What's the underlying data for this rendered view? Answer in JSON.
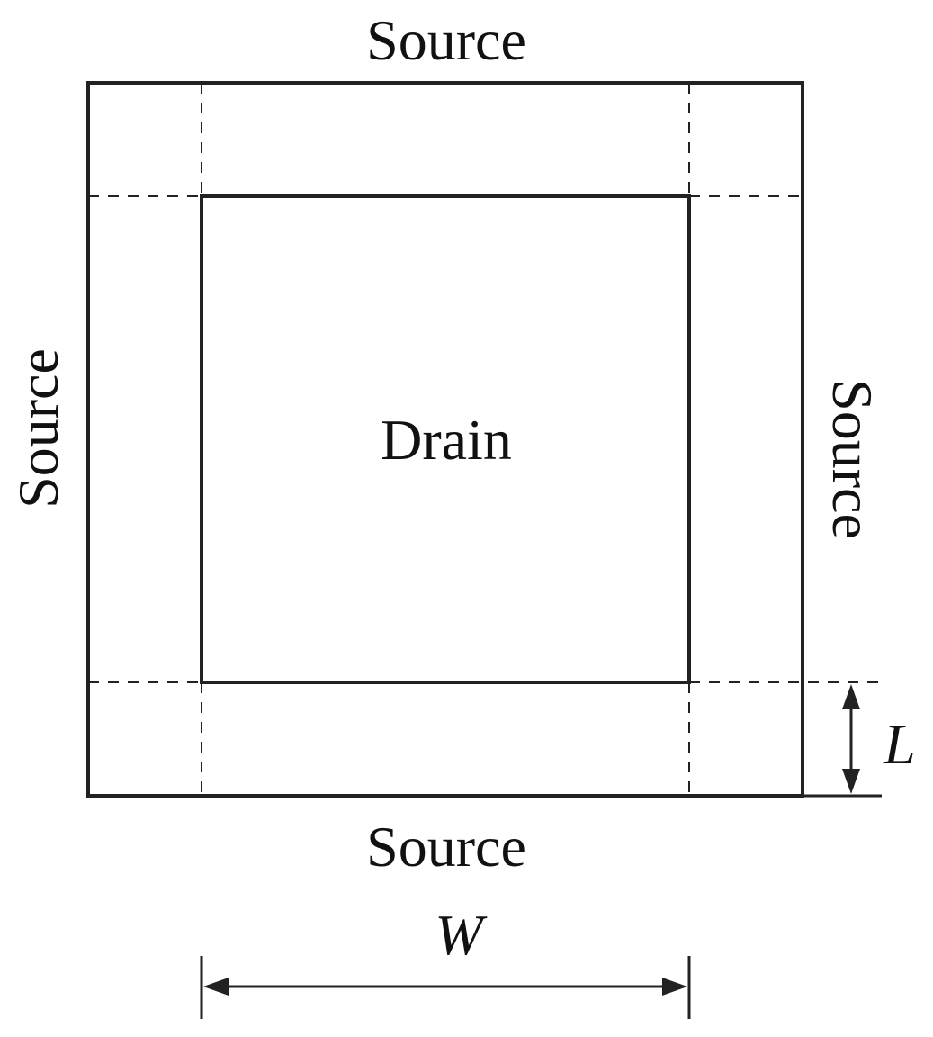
{
  "labels": {
    "source_top": "Source",
    "source_bottom": "Source",
    "source_left": "Source",
    "source_right": "Source",
    "drain": "Drain",
    "width_symbol": "W",
    "length_symbol": "L"
  },
  "colors": {
    "region_fill": "#c8c8c8",
    "outline": "#222222",
    "text": "#111111"
  }
}
